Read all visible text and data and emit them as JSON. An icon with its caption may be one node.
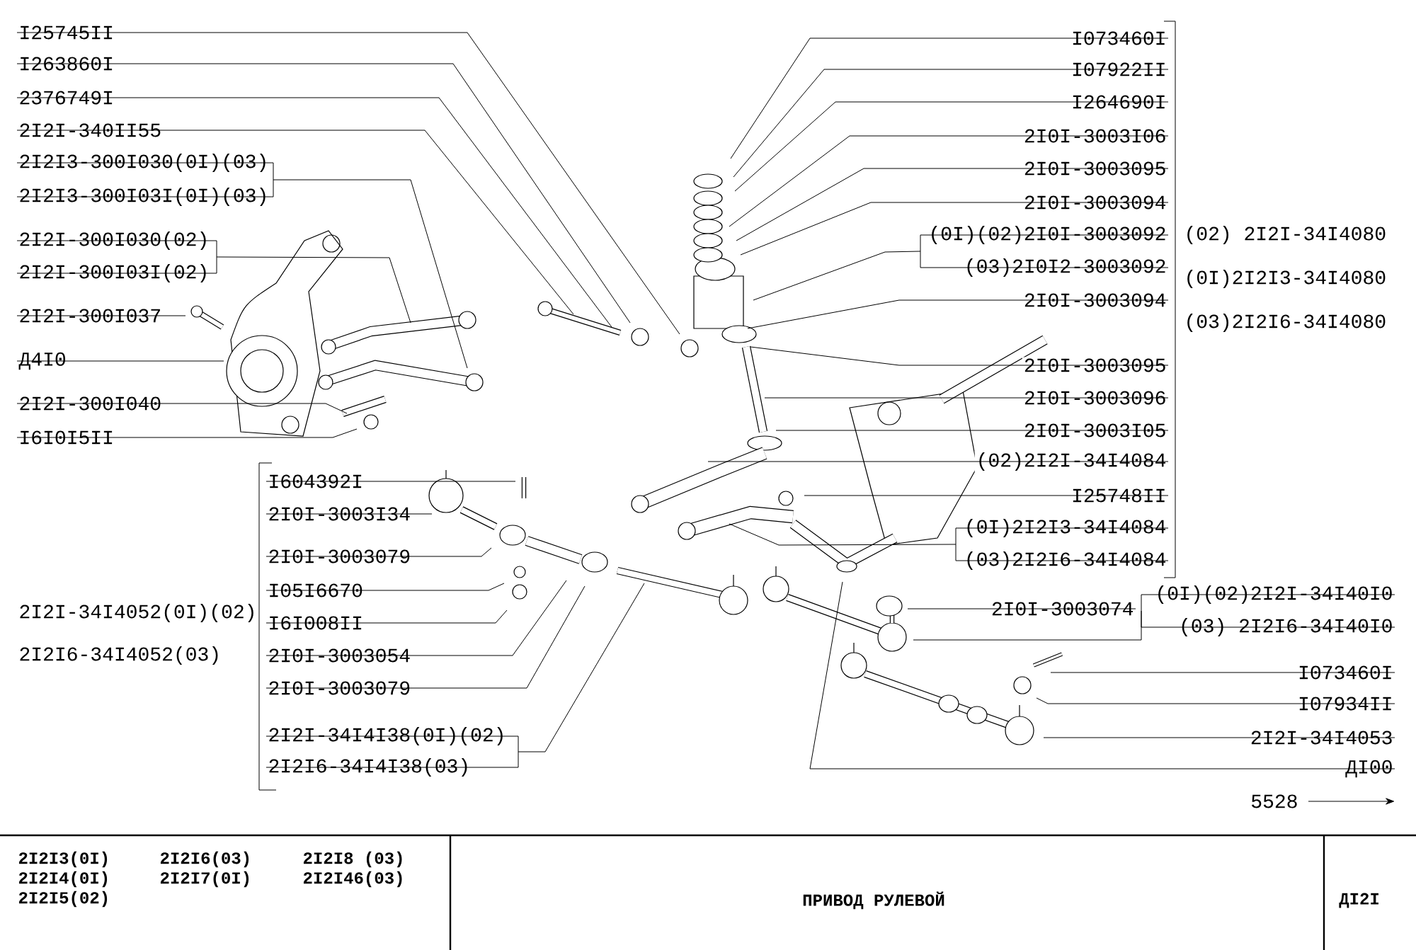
{
  "diagram": {
    "title": "ПРИВОД РУЛЕВОЙ",
    "nodes": [
      {
        "text": [
          "I25745II"
        ]
      },
      {
        "text": [
          "I263860I"
        ]
      },
      {
        "text": [
          "2376749I"
        ]
      },
      {
        "text": [
          "2I2I-340II55"
        ]
      },
      {
        "text": [
          "2I2I3-300I030(0I)(03)"
        ]
      },
      {
        "text": [
          "2I2I3-300I03I(0I)(03)"
        ]
      },
      {
        "text": [
          "2I2I-300I030(02)"
        ]
      },
      {
        "text": [
          "2I2I-300I03I(02)"
        ]
      },
      {
        "text": [
          "2I2I-300I037"
        ]
      },
      {
        "text": [
          "Д4I0"
        ]
      },
      {
        "text": [
          "2I2I-300I040"
        ]
      },
      {
        "text": [
          "I6I0I5II"
        ]
      },
      {
        "text": [
          "I073460I"
        ]
      },
      {
        "text": [
          "I07922II"
        ]
      },
      {
        "text": [
          "I264690I"
        ]
      },
      {
        "text": [
          "2I0I-3003I06"
        ]
      },
      {
        "text": [
          "2I0I-3003095"
        ]
      },
      {
        "text": [
          "2I0I-3003094"
        ]
      },
      {
        "text": [
          "(0I)(02)2I0I-3003092"
        ]
      },
      {
        "text": [
          "(03)2I0I2-3003092"
        ]
      },
      {
        "text": [
          "2I0I-3003094"
        ]
      },
      {
        "text": [
          "2I0I-3003095"
        ]
      },
      {
        "text": [
          "2I0I-3003096"
        ]
      },
      {
        "text": [
          "2I0I-3003I05"
        ]
      },
      {
        "text": [
          "(02)2I2I-34I4084"
        ]
      },
      {
        "text": [
          "I25748II"
        ]
      },
      {
        "text": [
          "(0I)2I2I3-34I4084"
        ]
      },
      {
        "text": [
          "(03)2I2I6-34I4084"
        ]
      },
      {
        "text": [
          "2I0I-3003074"
        ]
      },
      {
        "text": [
          "(0I)(02)2I2I-34I40I0"
        ]
      },
      {
        "text": [
          "(03) 2I2I6-34I40I0"
        ]
      },
      {
        "text": [
          "I073460I"
        ]
      },
      {
        "text": [
          "I07934II"
        ]
      },
      {
        "text": [
          "2I2I-34I4053"
        ]
      },
      {
        "text": [
          "ДI00"
        ]
      },
      {
        "text": [
          "I604392I"
        ]
      },
      {
        "text": [
          "2I0I-3003I34"
        ]
      },
      {
        "text": [
          "2I0I-3003079"
        ]
      },
      {
        "text": [
          "I05I6670"
        ]
      },
      {
        "text": [
          "I6I008II"
        ]
      },
      {
        "text": [
          "2I0I-3003054"
        ]
      },
      {
        "text": [
          "2I0I-3003079"
        ]
      },
      {
        "text": [
          "2I2I-34I4I38(0I)(02)"
        ]
      },
      {
        "text": [
          "2I2I6-34I4I38(03)"
        ]
      }
    ],
    "edges": [
      {
        "from": 0,
        "to": null,
        "arrow": "none"
      },
      {
        "from": 1,
        "to": null,
        "arrow": "none"
      },
      {
        "from": 2,
        "to": null,
        "arrow": "none"
      },
      {
        "from": 3,
        "to": null,
        "arrow": "none"
      },
      {
        "from": 4,
        "to": null,
        "arrow": "none"
      },
      {
        "from": 5,
        "to": null,
        "arrow": "none"
      },
      {
        "from": 6,
        "to": null,
        "arrow": "none"
      },
      {
        "from": 7,
        "to": null,
        "arrow": "none"
      },
      {
        "from": 8,
        "to": null,
        "arrow": "none"
      },
      {
        "from": 9,
        "to": null,
        "arrow": "none"
      },
      {
        "from": 10,
        "to": null,
        "arrow": "none"
      },
      {
        "from": 11,
        "to": null,
        "arrow": "none"
      },
      {
        "from": 12,
        "to": null,
        "arrow": "none"
      },
      {
        "from": 13,
        "to": null,
        "arrow": "none"
      },
      {
        "from": 14,
        "to": null,
        "arrow": "none"
      },
      {
        "from": 15,
        "to": null,
        "arrow": "none"
      },
      {
        "from": 16,
        "to": null,
        "arrow": "none"
      },
      {
        "from": 17,
        "to": null,
        "arrow": "none"
      },
      {
        "from": 18,
        "to": null,
        "arrow": "none"
      },
      {
        "from": 19,
        "to": null,
        "arrow": "none"
      },
      {
        "from": 20,
        "to": null,
        "arrow": "none"
      },
      {
        "from": 21,
        "to": null,
        "arrow": "none"
      },
      {
        "from": 22,
        "to": null,
        "arrow": "none"
      },
      {
        "from": 23,
        "to": null,
        "arrow": "none"
      },
      {
        "from": 24,
        "to": null,
        "arrow": "none"
      },
      {
        "from": 25,
        "to": null,
        "arrow": "none"
      },
      {
        "from": 26,
        "to": null,
        "arrow": "none"
      },
      {
        "from": 27,
        "to": null,
        "arrow": "none"
      },
      {
        "from": 28,
        "to": null,
        "arrow": "none"
      },
      {
        "from": 29,
        "to": null,
        "arrow": "none"
      },
      {
        "from": 30,
        "to": null,
        "arrow": "none"
      },
      {
        "from": 31,
        "to": null,
        "arrow": "none"
      },
      {
        "from": 32,
        "to": null,
        "arrow": "none"
      },
      {
        "from": 33,
        "to": null,
        "arrow": "none"
      },
      {
        "from": 34,
        "to": null,
        "arrow": "none"
      },
      {
        "from": 35,
        "to": null,
        "arrow": "none"
      },
      {
        "from": 36,
        "to": null,
        "arrow": "none"
      },
      {
        "from": 37,
        "to": null,
        "arrow": "none"
      },
      {
        "from": 38,
        "to": null,
        "arrow": "none"
      },
      {
        "from": 39,
        "to": null,
        "arrow": "none"
      },
      {
        "from": 40,
        "to": null,
        "arrow": "none"
      },
      {
        "from": 41,
        "to": null,
        "arrow": "none"
      },
      {
        "from": 42,
        "to": null,
        "arrow": "none"
      },
      {
        "from": 43,
        "to": null,
        "arrow": "none"
      }
    ],
    "labels": [
      "(02) 2I2I-34I4080",
      "(0I)2I2I3-34I4080",
      "(03)2I2I6-34I4080",
      "2I2I-34I4052(0I)(02)",
      "2I2I6-34I4052(03)",
      "5528",
      "2I2I3(0I)",
      "2I2I6(03)",
      "2I2I8 (03)",
      "2I2I4(0I)",
      "2I2I7(0I)",
      "2I2I46(03)",
      "2I2I5(02)",
      "ДI2I"
    ]
  }
}
